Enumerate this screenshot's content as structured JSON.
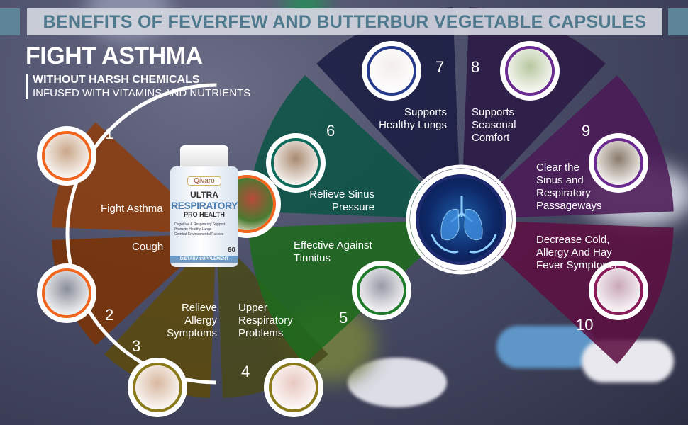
{
  "header": {
    "title": "BENEFITS OF FEVERFEW AND BUTTERBUR VEGETABLE CAPSULES"
  },
  "headline": {
    "title": "FIGHT ASTHMA",
    "subtitle1": "WITHOUT HARSH CHEMICALS",
    "subtitle2": "INFUSED WITH VITAMINS AND NUTRIENTS"
  },
  "product": {
    "brand": "Qivaro",
    "line1": "ULTRA",
    "line2": "RESPIRATORY",
    "line3": "PRO HEALTH",
    "bullets": [
      "Cognitive & Respiratory Support",
      "Promote Healthy Lungs",
      "Combat Environmental Factors"
    ],
    "count": "60",
    "footer": "DIETARY SUPPLEMENT"
  },
  "benefits": [
    {
      "number": "1",
      "label": "Fight Asthma",
      "color": "#8c3e0e",
      "ring": "#f0641e"
    },
    {
      "number": "2",
      "label": "Cough",
      "color": "#7a3306",
      "ring": "#f0641e"
    },
    {
      "number": "3",
      "label": "Relieve Allergy Symptoms",
      "color": "#5b4a0e",
      "ring": "#8a7a1c"
    },
    {
      "number": "4",
      "label": "Upper Respiratory Problems",
      "color": "#48491a",
      "ring": "#8a7a1c"
    },
    {
      "number": "5",
      "label": "Effective Against Tinnitus",
      "color": "#1e6a1c",
      "ring": "#1f7a2a"
    },
    {
      "number": "6",
      "label": "Relieve Sinus Pressure",
      "color": "#0c5446",
      "ring": "#0e6a5a"
    },
    {
      "number": "7",
      "label": "Supports Healthy Lungs",
      "color": "#1a1d42",
      "ring": "#253a8a"
    },
    {
      "number": "8",
      "label": "Supports Seasonal Comfort",
      "color": "#2b1a46",
      "ring": "#6a2a90"
    },
    {
      "number": "9",
      "label": "Clear the Sinus and Respiratory Passageways",
      "color": "#4b1a57",
      "ring": "#6a2a90"
    },
    {
      "number": "10",
      "label": "Decrease Cold, Allergy And Hay Fever Symptoms",
      "color": "#5c1042",
      "ring": "#8a1a5a"
    }
  ]
}
